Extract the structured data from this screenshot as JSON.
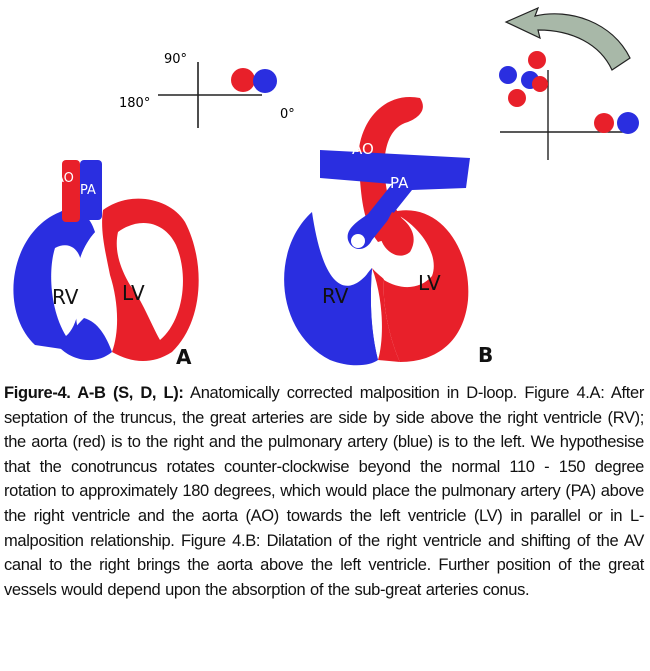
{
  "figure": {
    "angle_labels": {
      "deg90": "90°",
      "deg180": "180°",
      "deg0": "0°"
    },
    "vessel_labels": {
      "ao": "AO",
      "pa": "PA"
    },
    "ventricle_labels": {
      "rv": "RV",
      "lv": "LV"
    },
    "panel_labels": {
      "a": "A",
      "b": "B"
    },
    "colors": {
      "aorta_red": "#e8202a",
      "pulmonary_blue": "#2a2ee0",
      "arrow_fill": "#a8b8a8"
    }
  },
  "caption": {
    "label": "Figure-4. A-B (S, D, L):",
    "text": " Anatomically corrected malposition in D-loop. Figure 4.A: After septation of the truncus, the great arteries are side by side above the right ventricle (RV); the aorta (red) is to the right and the pulmonary artery (blue) is to the left. We hypothesise that the conotruncus rotates counter-clockwise beyond the normal 110 - 150 degree rotation to approximately 180 degrees, which would place the pulmonary artery (PA) above the right ventricle and the aorta (AO) towards the left ventricle (LV) in parallel or in L-malposition relationship. Figure 4.B: Dilatation of the right ventricle and shifting of the AV canal to the right brings the aorta above the left ventricle. Further position of the great vessels would depend upon the absorption of the sub-great arteries conus."
  }
}
